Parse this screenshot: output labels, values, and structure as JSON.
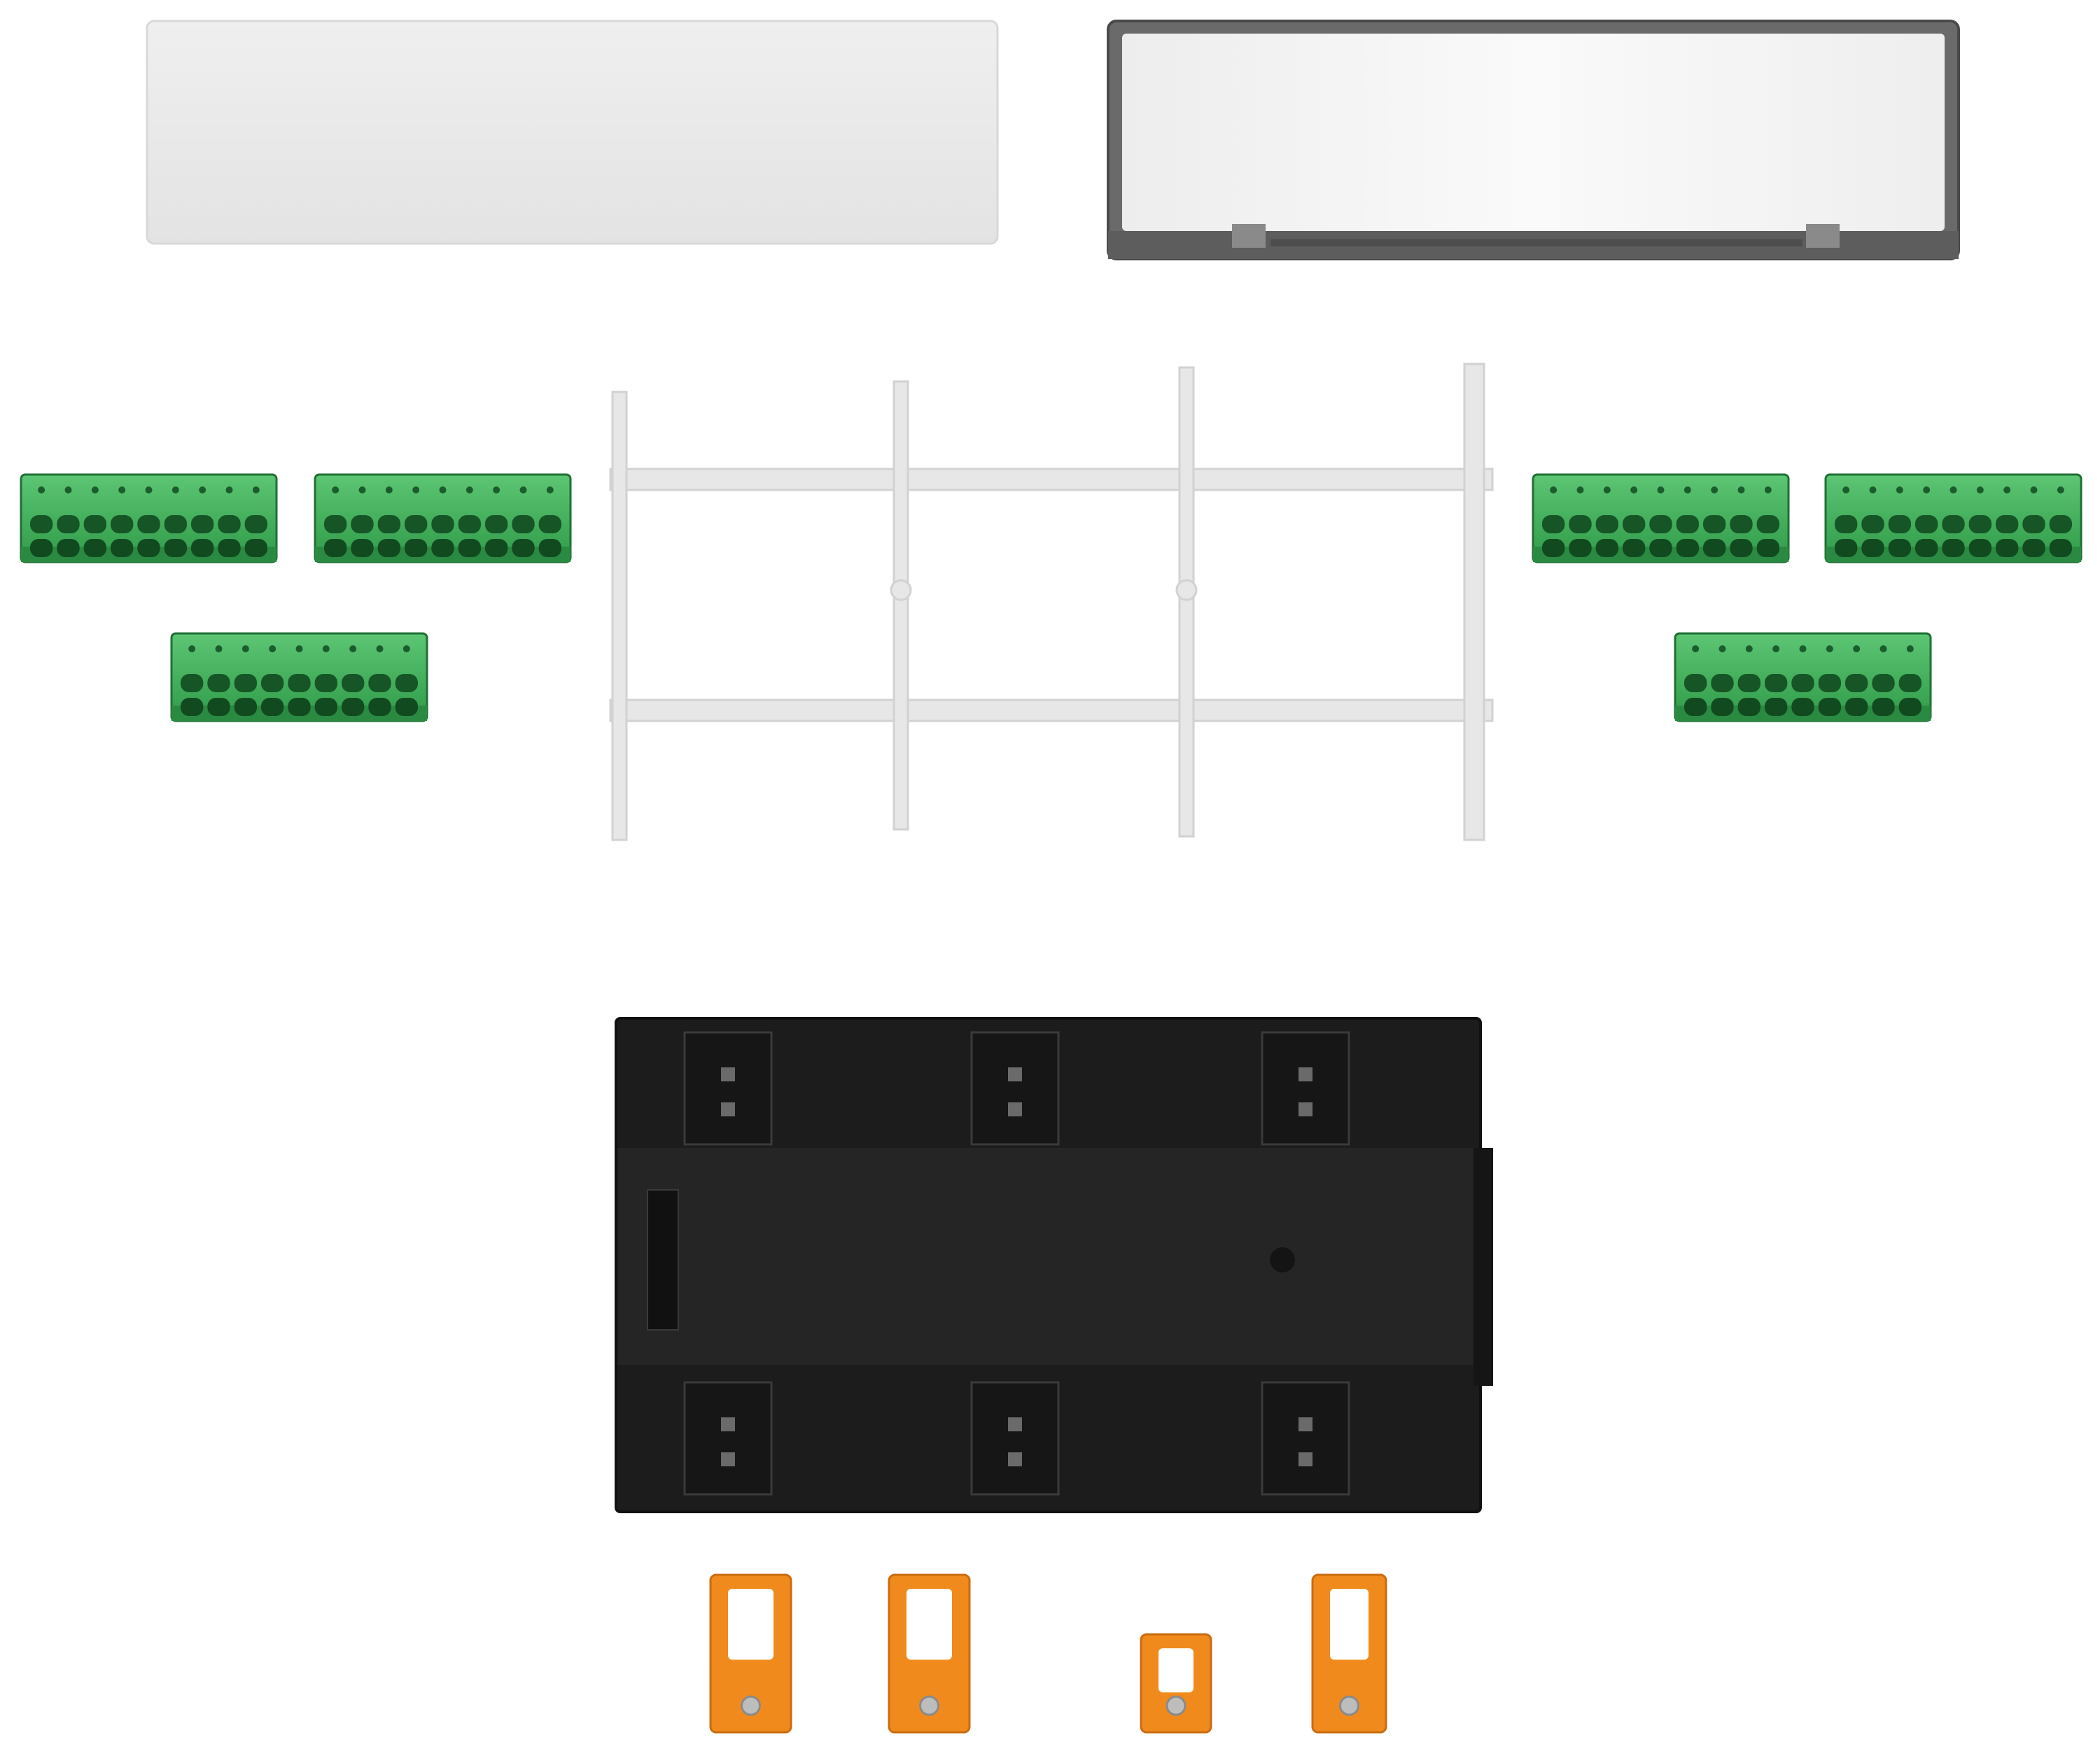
{
  "scene": {
    "background": "#ffffff",
    "colors": {
      "white_cover": "#e9e9e9",
      "smoke_cover": "#5a5a5a",
      "smoke_window": "#f4f4f4",
      "frame": "#e6e6e6",
      "terminal_green": "#3aa655",
      "terminal_dark": "#1c6e33",
      "housing": "#1e1e1e",
      "housing_panel": "#2a2a2a",
      "clip_orange": "#f08a1c"
    },
    "parts": [
      {
        "id": "cover-white",
        "icon": "cover-plate"
      },
      {
        "id": "cover-transparent",
        "icon": "transparent-cover"
      },
      {
        "id": "frame",
        "icon": "label-frame"
      },
      {
        "id": "terminal-blocks",
        "icon": "terminal-block",
        "count": 6,
        "poles": 9
      },
      {
        "id": "housing",
        "icon": "din-rail-housing"
      },
      {
        "id": "clips",
        "icon": "din-clip",
        "count": 4
      }
    ]
  }
}
